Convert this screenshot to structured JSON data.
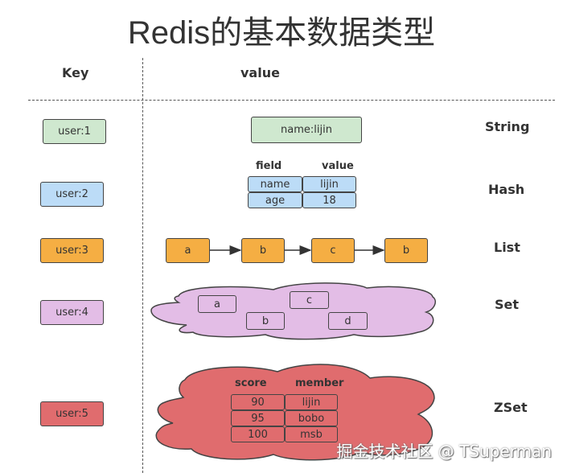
{
  "title": "Redis的基本数据类型",
  "headers": {
    "key": "Key",
    "value": "value"
  },
  "colors": {
    "string": "#cfe8cf",
    "hash": "#bcdcf7",
    "list": "#f5ae43",
    "set": "#e3bde6",
    "zset": "#e06c6e",
    "border": "#444444"
  },
  "rows": {
    "string": {
      "key": "user:1",
      "type": "String",
      "value": "name:lijin"
    },
    "hash": {
      "key": "user:2",
      "type": "Hash",
      "columns": [
        "field",
        "value"
      ],
      "entries": [
        {
          "field": "name",
          "value": "lijin"
        },
        {
          "field": "age",
          "value": "18"
        }
      ]
    },
    "list": {
      "key": "user:3",
      "type": "List",
      "items": [
        "a",
        "b",
        "c",
        "b"
      ]
    },
    "set": {
      "key": "user:4",
      "type": "Set",
      "members": [
        "a",
        "c",
        "b",
        "d"
      ]
    },
    "zset": {
      "key": "user:5",
      "type": "ZSet",
      "columns": [
        "score",
        "member"
      ],
      "entries": [
        {
          "score": "90",
          "member": "lijin"
        },
        {
          "score": "95",
          "member": "bobo"
        },
        {
          "score": "100",
          "member": "msb"
        }
      ]
    }
  },
  "watermark": "掘金技术社区 @ TSuperman"
}
